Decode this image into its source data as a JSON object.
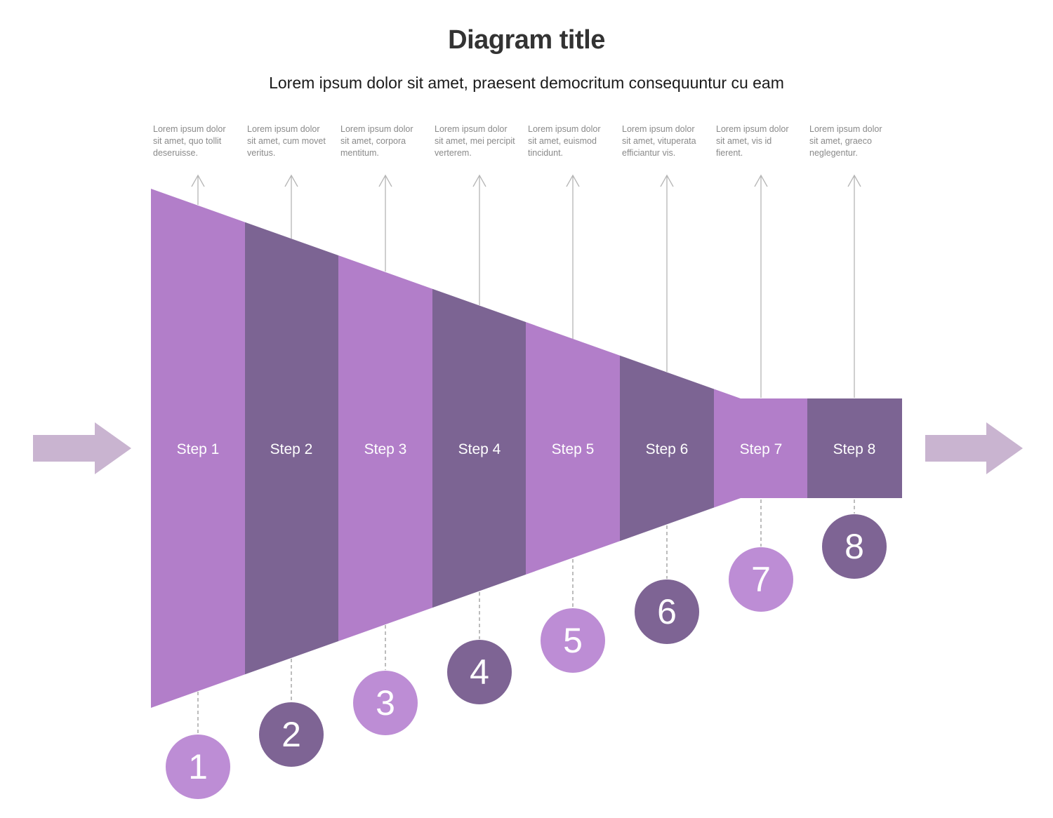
{
  "title": "Diagram title",
  "subtitle": "Lorem ipsum dolor sit amet, praesent democritum consequuntur cu eam",
  "colors": {
    "segment_light": "#b27ec9",
    "segment_dark": "#7c6493",
    "circle_light": "#bd8dd5",
    "circle_dark": "#7e6494",
    "side_arrow": "#c9b4d0",
    "guide_line": "#b5b5b5",
    "dash_line": "#999999",
    "note_text": "#8a8a8a",
    "step_label_text": "#ffffff",
    "title_text": "#333333"
  },
  "steps": [
    {
      "label": "Step 1",
      "number": "1",
      "note": "Lorem ipsum dolor sit amet, quo tollit deseruisse."
    },
    {
      "label": "Step 2",
      "number": "2",
      "note": "Lorem ipsum dolor sit amet, cum movet veritus."
    },
    {
      "label": "Step 3",
      "number": "3",
      "note": "Lorem ipsum dolor sit amet, corpora mentitum."
    },
    {
      "label": "Step 4",
      "number": "4",
      "note": "Lorem ipsum dolor sit amet, mei percipit verterem."
    },
    {
      "label": "Step 5",
      "number": "5",
      "note": "Lorem ipsum dolor sit amet, euismod tincidunt."
    },
    {
      "label": "Step 6",
      "number": "6",
      "note": "Lorem ipsum dolor sit amet, vituperata efficiantur vis."
    },
    {
      "label": "Step 7",
      "number": "7",
      "note": "Lorem ipsum dolor sit amet, vis id fierent."
    },
    {
      "label": "Step 8",
      "number": "8",
      "note": "Lorem ipsum dolor sit amet, graeco neglegentur."
    }
  ]
}
